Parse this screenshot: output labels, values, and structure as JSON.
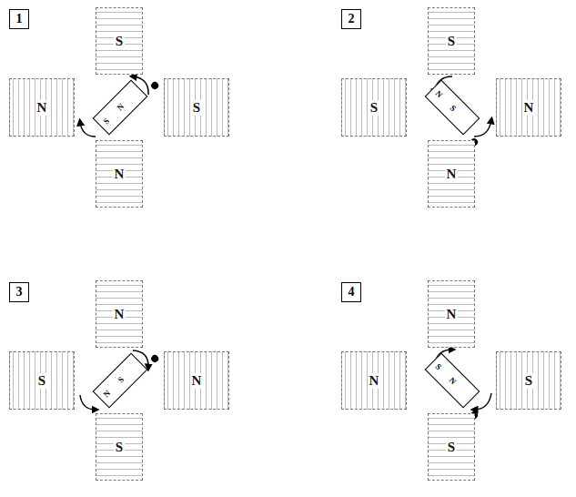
{
  "diagram": {
    "nodes": [
      {
        "text": [
          "1"
        ]
      },
      {
        "text": [
          "S"
        ]
      },
      {
        "text": [
          "N"
        ]
      },
      {
        "text": [
          "S",
          "N"
        ]
      },
      {
        "text": [
          "S"
        ]
      },
      {
        "text": [
          "N"
        ]
      },
      {
        "text": [
          "2"
        ]
      },
      {
        "text": [
          "S"
        ]
      },
      {
        "text": [
          "S"
        ]
      },
      {
        "text": [
          "N",
          "S"
        ]
      },
      {
        "text": [
          "N"
        ]
      },
      {
        "text": [
          "N"
        ]
      },
      {
        "text": [
          "3"
        ]
      },
      {
        "text": [
          "N"
        ]
      },
      {
        "text": [
          "S"
        ]
      },
      {
        "text": [
          "N",
          "S"
        ]
      },
      {
        "text": [
          "N"
        ]
      },
      {
        "text": [
          "S"
        ]
      },
      {
        "text": [
          "4"
        ]
      },
      {
        "text": [
          "N"
        ]
      },
      {
        "text": [
          "N"
        ]
      },
      {
        "text": [
          "S",
          "N"
        ]
      },
      {
        "text": [
          "S"
        ]
      },
      {
        "text": [
          "S"
        ]
      }
    ]
  }
}
